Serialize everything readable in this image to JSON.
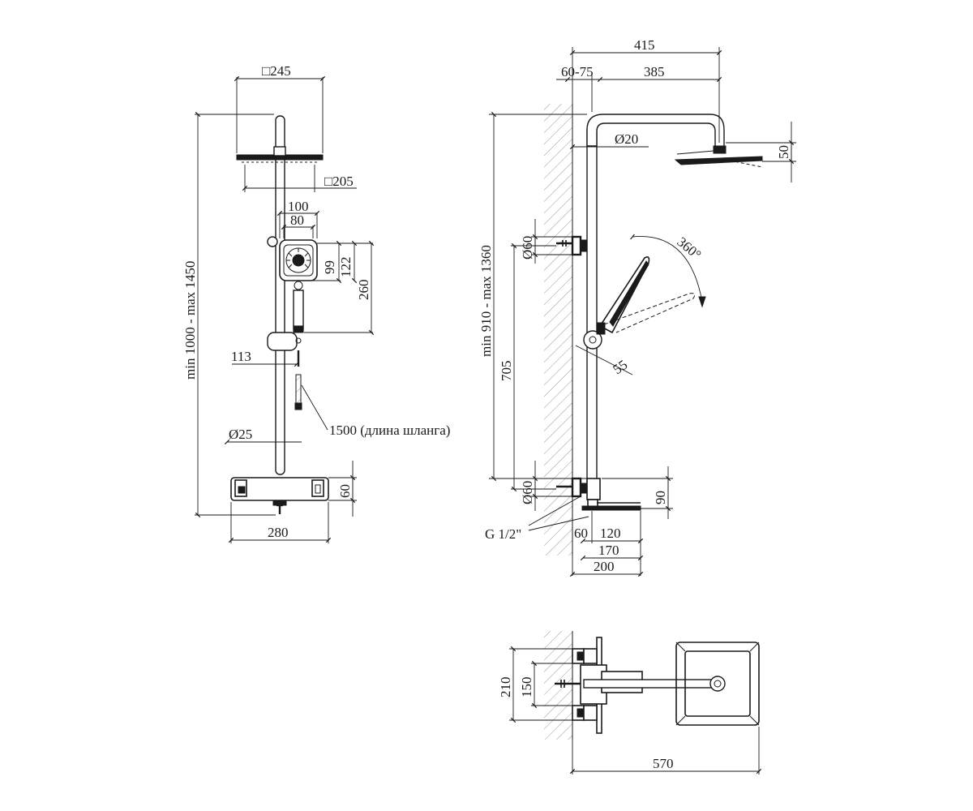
{
  "front_view": {
    "head_size": "□245",
    "head_inner": "□205",
    "hand_width_outer": "100",
    "hand_width_inner": "80",
    "hand_dim_99": "99",
    "hand_dim_122": "122",
    "hand_dim_260": "260",
    "height_range": "min 1000 - max 1450",
    "holder_offset": "113",
    "pipe_diameter": "Ø25",
    "hose_length": "1500 (длина шланга)",
    "mixer_height": "60",
    "mixer_width": "280"
  },
  "side_view": {
    "total_reach": "415",
    "wall_offset": "60-75",
    "arm_length": "385",
    "arm_diameter": "Ø20",
    "head_thickness": "50",
    "mount_diameter_top": "Ø60",
    "height_range": "min 910 - max 1360",
    "rotation": "360°",
    "spacing_705": "705",
    "hand_angle_dim": "55",
    "mount_diameter_bottom": "Ø60",
    "mixer_height": "90",
    "thread": "G 1/2\"",
    "dim_60": "60",
    "dim_120": "120",
    "dim_170": "170",
    "dim_200": "200"
  },
  "top_view": {
    "outer_width": "210",
    "inner_width": "150",
    "total_length": "570"
  }
}
